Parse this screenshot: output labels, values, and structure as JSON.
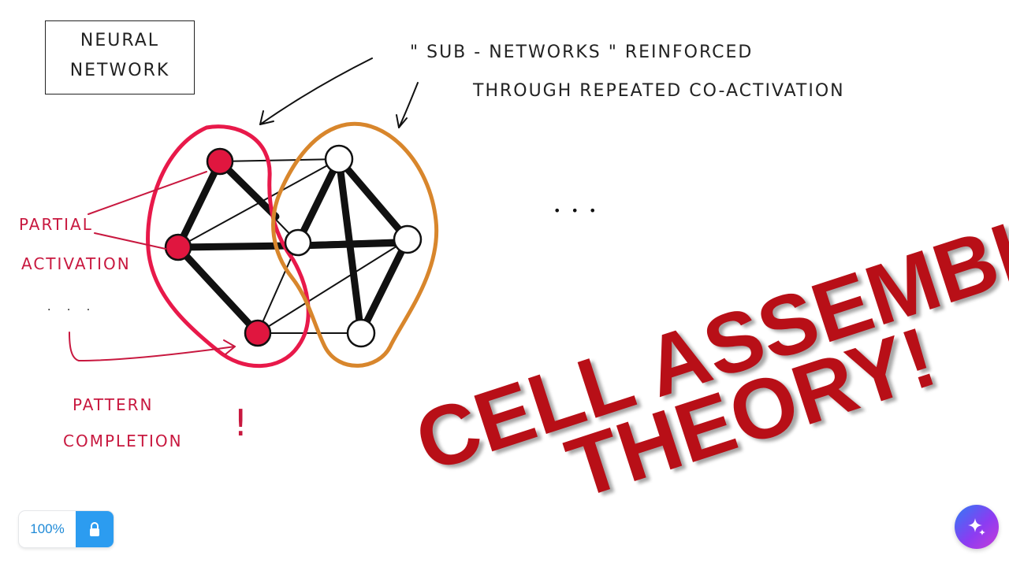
{
  "labels": {
    "neural_network_line1": "NEURAL",
    "neural_network_line2": "NETWORK",
    "sub_networks_line1": "\" SUB - NETWORKS \"  REINFORCED",
    "sub_networks_line2": "THROUGH  REPEATED  CO-ACTIVATION",
    "partial": "PARTIAL",
    "activation": "ACTIVATION",
    "ellipsis_left": ". . .",
    "ellipsis_right": "•   •   •",
    "pattern": "PATTERN",
    "completion": "COMPLETION",
    "exclaim": "!"
  },
  "title": {
    "line1": "CELL ASSEMBLY",
    "line2": "THEORY!"
  },
  "toolbar": {
    "zoom_label": "100%"
  },
  "icons": {
    "lock": "lock-icon",
    "ai": "sparkle-icon"
  },
  "colors": {
    "red_group": "#e8194a",
    "orange_group": "#d8862c",
    "active_node": "#e0163f",
    "title": "#b80f17",
    "annotation_red": "#c8183f",
    "lock_button": "#2c9cf0"
  }
}
